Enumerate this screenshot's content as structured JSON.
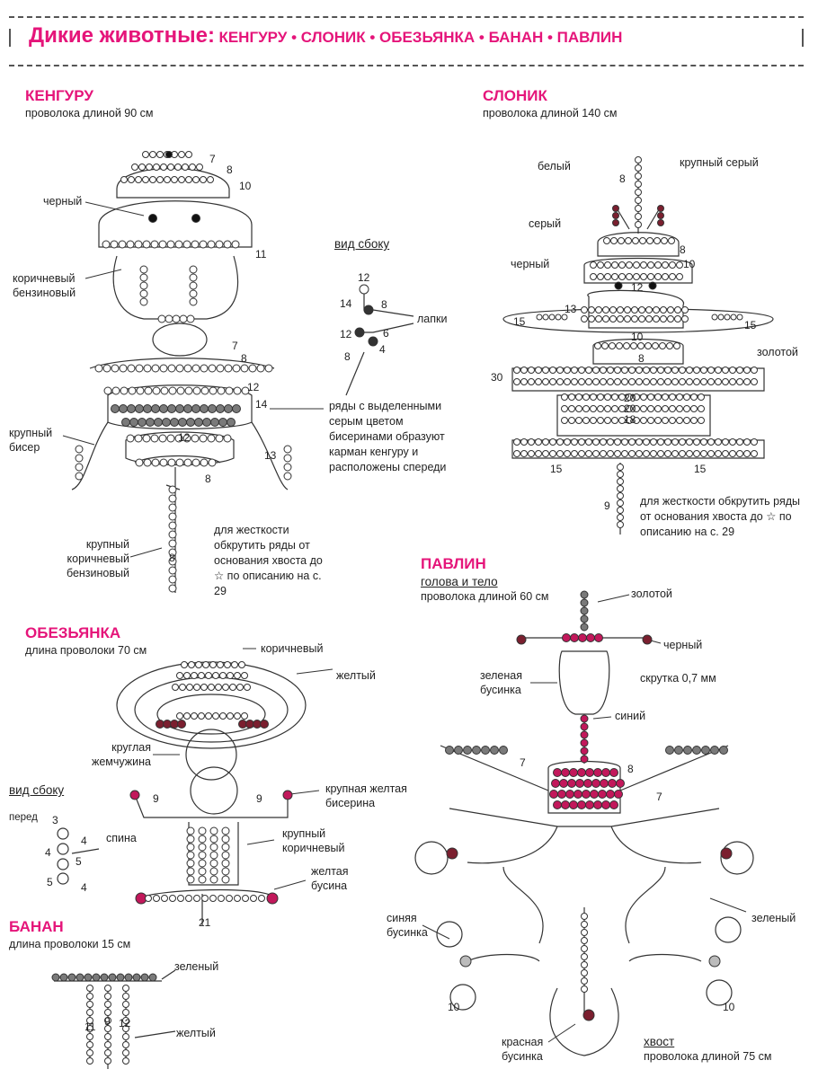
{
  "header": {
    "title_main": "Дикие животные:",
    "title_items": "КЕНГУРУ • СЛОНИК • ОБЕЗЬЯНКА • БАНАН • ПАВЛИН"
  },
  "kangaroo": {
    "title": "КЕНГУРУ",
    "wire": "проволока длиной 90 см",
    "label_black": "черный",
    "label_brown": "коричневый бензиновый",
    "label_large": "крупный бисер",
    "label_large_brown": "крупный коричневый бензиновый",
    "side_view": "вид сбоку",
    "label_paws": "лапки",
    "pocket_note": "ряды с выделенными серым цветом бисеринами образуют карман кенгуру и расположены спереди",
    "tail_note": "для жесткости обкрутить ряды от основания хвоста до ☆ по описанию на с. 29",
    "numbers": [
      "7",
      "8",
      "10",
      "11",
      "7",
      "8",
      "12",
      "14",
      "12",
      "13",
      "8",
      "8"
    ],
    "side_numbers": [
      "12",
      "14",
      "8",
      "12",
      "6",
      "8",
      "4"
    ]
  },
  "elephant": {
    "title": "СЛОНИК",
    "wire": "проволока длиной 140 см",
    "label_white": "белый",
    "label_large_gray": "крупный серый",
    "label_gray": "серый",
    "label_black": "черный",
    "label_gold": "золотой",
    "tail_note": "для жесткости обкрутить ряды от основания хвоста до ☆ по описанию на с. 29",
    "numbers": [
      "8",
      "8",
      "10",
      "12",
      "13",
      "15",
      "15",
      "10",
      "8",
      "30",
      "20",
      "20",
      "18",
      "15",
      "15",
      "9"
    ]
  },
  "monkey": {
    "title": "ОБЕЗЬЯНКА",
    "wire": "длина проволоки 70 см",
    "label_brown": "коричневый",
    "label_yellow": "желтый",
    "label_pearl": "круглая жемчужина",
    "label_yellow_bead": "крупная желтая бисерина",
    "label_large_brown": "крупный коричневый",
    "label_yellow_bead2": "желтая бусина",
    "side_view": "вид сбоку",
    "label_front": "перед",
    "label_back": "спина",
    "numbers": [
      "9",
      "9",
      "21"
    ],
    "side_numbers": [
      "3",
      "4",
      "4",
      "5",
      "5",
      "4"
    ]
  },
  "banana": {
    "title": "БАНАН",
    "wire": "длина проволоки 15 см",
    "label_green": "зеленый",
    "label_yellow": "желтый",
    "numbers": [
      "11",
      "9",
      "12"
    ]
  },
  "peacock": {
    "title": "ПАВЛИН",
    "subtitle": "голова и тело",
    "wire": "проволока длиной 60 см",
    "label_gold": "золотой",
    "label_black": "черный",
    "label_green_bead": "зеленая бусинка",
    "label_twist": "скрутка 0,7 мм",
    "label_blue": "синий",
    "label_blue_bead": "синяя бусинка",
    "label_green": "зеленый",
    "label_red_bead": "красная бусинка",
    "tail_title": "хвост",
    "tail_wire": "проволока длиной 75 см",
    "numbers": [
      "7",
      "8",
      "7",
      "10",
      "10"
    ]
  },
  "colors": {
    "accent": "#e5157a",
    "text": "#222222",
    "bead_brown": "#5a3a2a",
    "bead_pink": "#c2185b",
    "bead_gray": "#7a7a7a",
    "bead_dark_red": "#7b1f2f"
  }
}
